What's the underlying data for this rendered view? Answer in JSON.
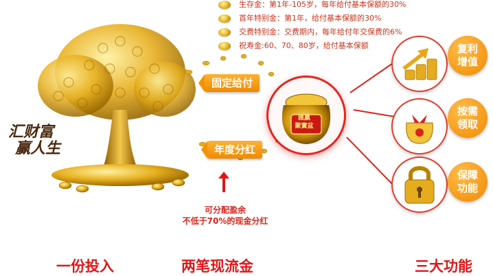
{
  "benefits": [
    {
      "label": "生存金：第1年-105岁，每年给付基本保额的30%"
    },
    {
      "label": "首年特别金：第1年，给付基本保额的30%"
    },
    {
      "label": "交费特别金：交费期内，每年给付年交保费的6%"
    },
    {
      "label": "祝寿金:60、70、80岁，给付基本保额"
    }
  ],
  "tree": {
    "calligraphy_line1": "汇财富",
    "calligraphy_line2": "赢人生"
  },
  "tags": {
    "fixed_payment": "固定给付",
    "annual_dividend": "年度分红"
  },
  "pot": {
    "plaque_line1": "匯贏",
    "plaque_line2": "聚寶盆"
  },
  "note": {
    "line1": "可分配盈余",
    "line2": "不低于70%的现金分红"
  },
  "features": [
    {
      "line1": "复利",
      "line2": "增值"
    },
    {
      "line1": "按需",
      "line2": "领取"
    },
    {
      "line1": "保障",
      "line2": "功能"
    }
  ],
  "bottom": {
    "one_investment": "一份投入",
    "two_cashflows": "两笔现流金",
    "three_functions": "三大功能"
  },
  "colors": {
    "accent_red": "#e01616",
    "orange": "#f08a00",
    "gold": "#e0a90f"
  }
}
